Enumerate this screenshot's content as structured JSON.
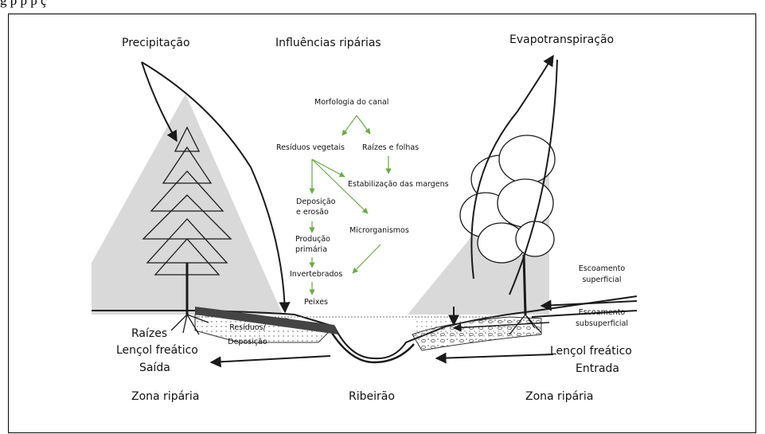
{
  "caption_fragment": "g                                                                   p  p  p  ç",
  "labels": {
    "precipitacao": "Precipitação",
    "influencias": "Influências ripárias",
    "evapotranspiracao": "Evapotranspiração",
    "morfologia": "Morfologia do canal",
    "residuos_vegetais": "Resíduos vegetais",
    "raizes_folhas": "Raízes e folhas",
    "estabilizacao": "Estabilização das margens",
    "deposicao_erosao_1": "Deposição",
    "deposicao_erosao_2": "e erosão",
    "microrganismos": "Microrganismos",
    "producao_1": "Produção",
    "producao_2": "primária",
    "invertebrados": "Invertebrados",
    "peixes": "Peixes",
    "escoamento_sup_1": "Escoamento",
    "escoamento_sup_2": "superficial",
    "escoamento_sub_1": "Escoamento",
    "escoamento_sub_2": "subsuperficial",
    "raizes": "Raízes",
    "lencol_left": "Lençol freático",
    "saida": "Saída",
    "residuos_1": "Resíduos/",
    "residuos_2": "Deposição",
    "lencol_right": "Lençol freático",
    "entrada": "Entrada",
    "zona_left": "Zona ripária",
    "ribeirao": "Ribeirão",
    "zona_right": "Zona ripária"
  },
  "colors": {
    "flow_arrow": "#6bab44",
    "shade": "#d9d9d9",
    "ink": "#1a1a1a"
  }
}
